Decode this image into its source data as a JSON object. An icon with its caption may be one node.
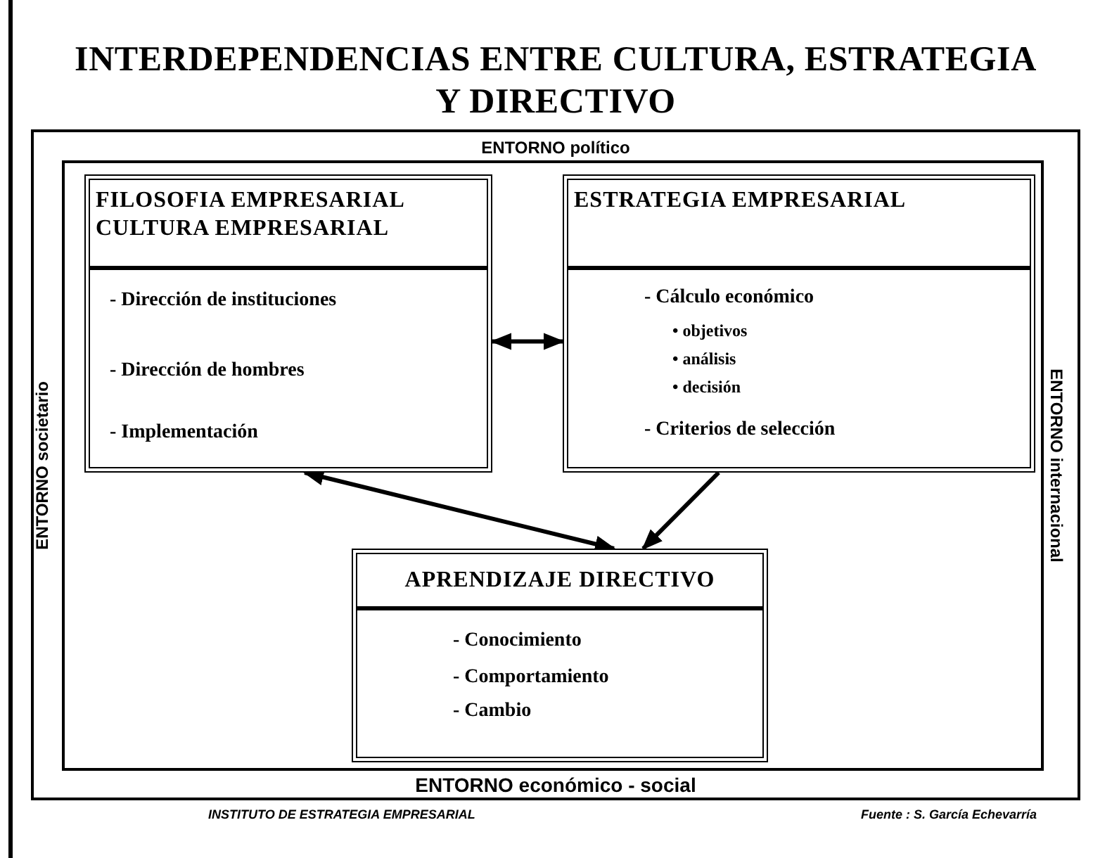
{
  "diagram": {
    "title": "INTERDEPENDENCIAS ENTRE CULTURA, ESTRATEGIA Y DIRECTIVO",
    "nodes": [
      {
        "text": [
          "ENTORNO político",
          "ENTORNO societario",
          "ENTORNO internacional",
          "ENTORNO económico - social"
        ]
      },
      {
        "text": [],
        "shape": "box",
        "in": 0
      },
      {
        "text": [
          "FILOSOFIA EMPRESARIAL CULTURA EMPRESARIAL",
          "- Dirección de instituciones",
          "- Dirección de hombres",
          "- Implementación"
        ],
        "in": 1
      },
      {
        "text": [
          "ESTRATEGIA EMPRESARIAL",
          "- Cálculo económico",
          "• objetivos",
          "• análisis",
          "• decisión",
          "- Criterios de selección"
        ],
        "in": 1
      },
      {
        "text": [
          "APRENDIZAJE DIRECTIVO",
          "- Conocimiento",
          "- Comportamiento",
          "- Cambio"
        ],
        "in": 1
      }
    ],
    "edges": [
      {
        "from": 2,
        "to": 3,
        "arrow": "both"
      },
      {
        "from": 4,
        "to": 2,
        "arrow": "both"
      },
      {
        "from": 3,
        "to": 4,
        "arrow": "to"
      }
    ],
    "labels": [
      "INSTITUTO DE ESTRATEGIA EMPRESARIAL",
      "Fuente : S. García Echevarría"
    ]
  }
}
